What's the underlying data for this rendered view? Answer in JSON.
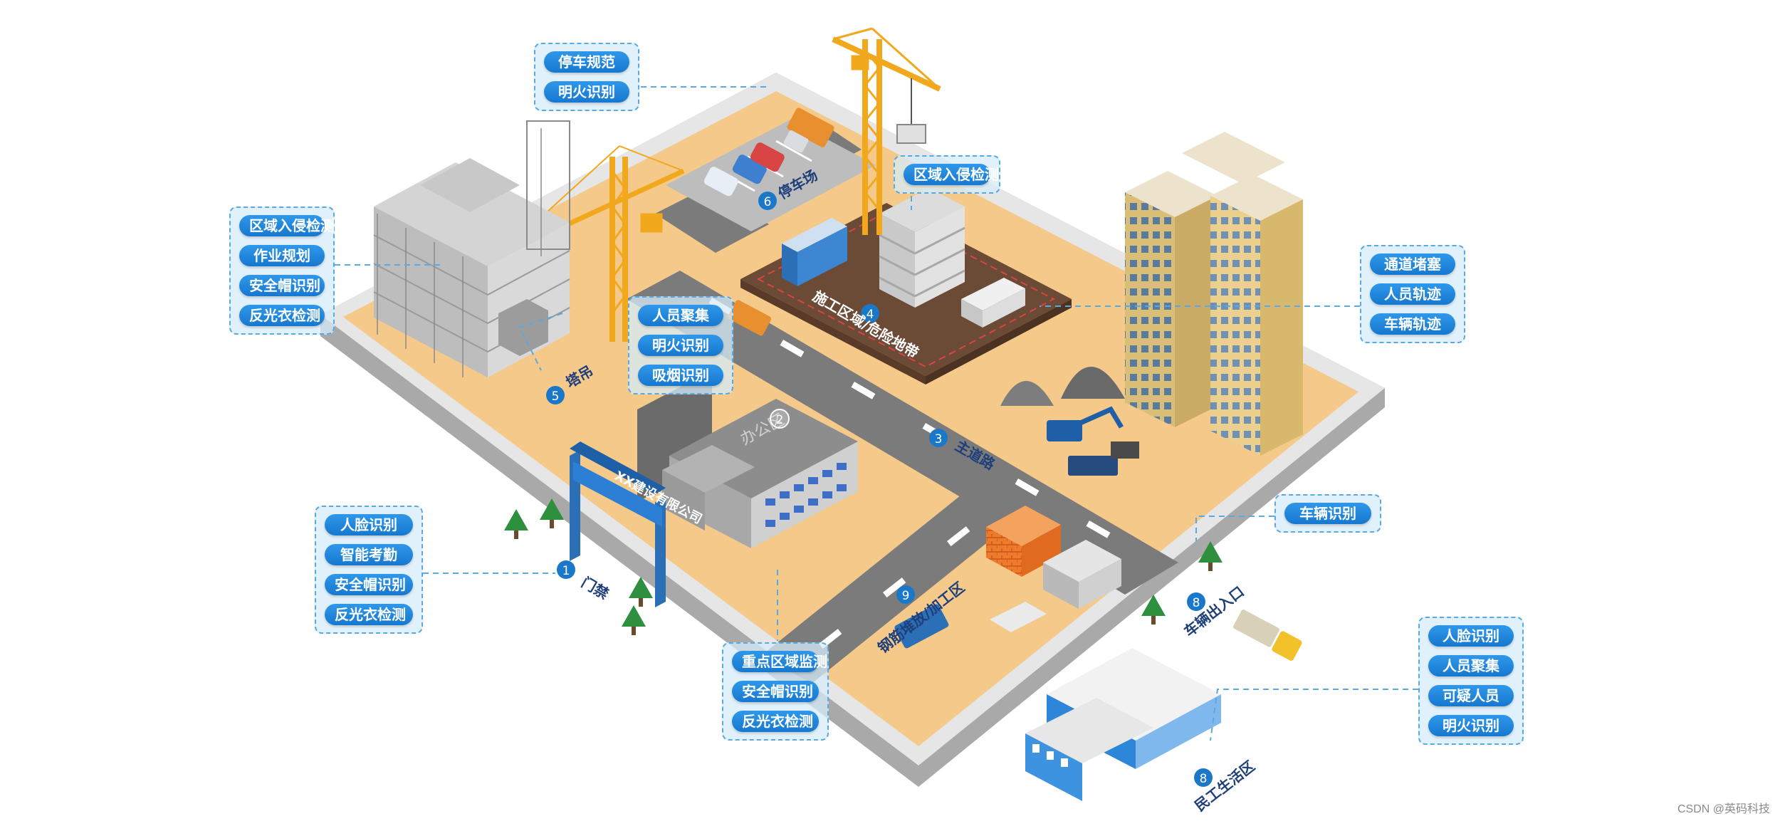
{
  "zones": {
    "gate": {
      "number": "1",
      "label": "门禁"
    },
    "office": {
      "number": "2",
      "label": "办公区"
    },
    "main_road": {
      "number": "3",
      "label": "主道路"
    },
    "construction": {
      "number": "4",
      "label": "施工区域/危险地带"
    },
    "tower_crane": {
      "number": "5",
      "label": "塔吊"
    },
    "parking": {
      "number": "6",
      "label": "停车场"
    },
    "vehicle_gate": {
      "number": "8",
      "label": "车辆出入口"
    },
    "dorm": {
      "number": "8",
      "label": "民工生活区"
    },
    "rebar": {
      "number": "9",
      "label": "钢筋堆放/加工区"
    }
  },
  "gate_sign": "XX建设有限公司",
  "callouts": {
    "parking": [
      "停车规范",
      "明火识别"
    ],
    "construction": [
      "区域入侵检测"
    ],
    "tower": [
      "区域入侵检测",
      "作业规划",
      "安全帽识别",
      "反光衣检测"
    ],
    "office": [
      "人员聚集",
      "明火识别",
      "吸烟识别"
    ],
    "right_road": [
      "通道堵塞",
      "人员轨迹",
      "车辆轨迹"
    ],
    "gate": [
      "人脸识别",
      "智能考勤",
      "安全帽识别",
      "反光衣检测"
    ],
    "vehicle": [
      "车辆识别"
    ],
    "rebar": [
      "重点区域监测",
      "安全帽识别",
      "反光衣检测"
    ],
    "dorm": [
      "人脸识别",
      "人员聚集",
      "可疑人员",
      "明火识别"
    ]
  },
  "watermark": "CSDN @英码科技",
  "colors": {
    "ground": "#f4c98a",
    "wall_top": "#e6e6e6",
    "wall_side": "#a9a9a9",
    "road": "#7b7b7b",
    "pill": "#1f86dc",
    "crane": "#f2a81d",
    "badge": "#1b78c8"
  }
}
